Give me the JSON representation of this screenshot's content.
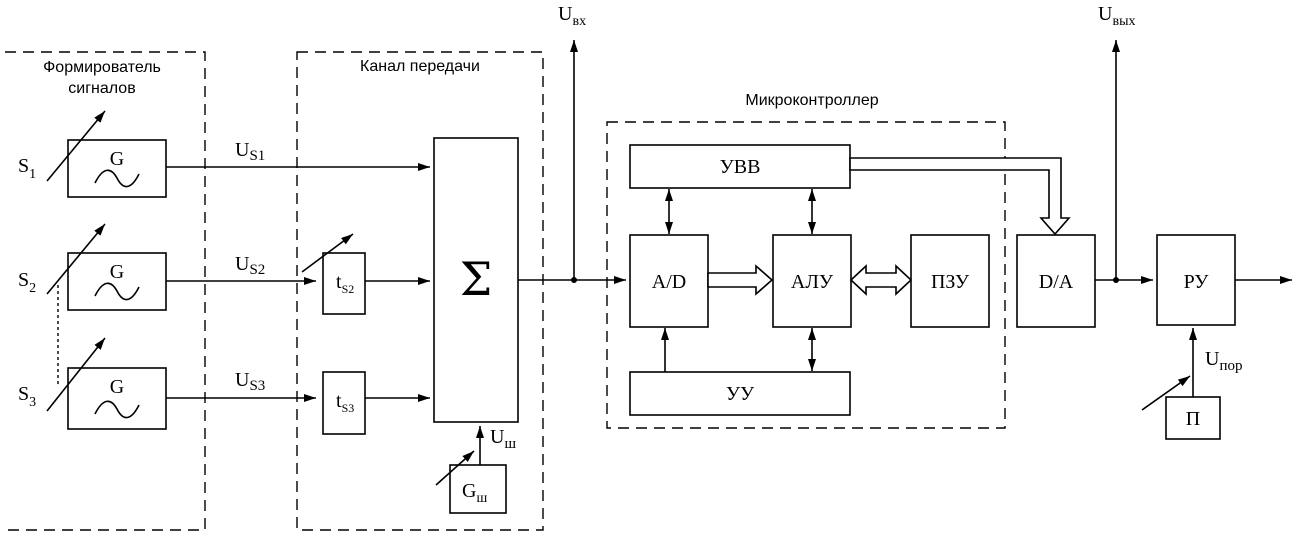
{
  "groups": {
    "generator": "Формирователь сигналов",
    "generator_line1": "Формирователь",
    "generator_line2": "сигналов",
    "channel": "Канал передачи",
    "mcu": "Микроконтроллер"
  },
  "sources": {
    "s1": "S",
    "s1_sub": "1",
    "s2": "S",
    "s2_sub": "2",
    "s3": "S",
    "s3_sub": "3"
  },
  "blocks": {
    "g": "G",
    "t": "t",
    "t2_sub": "S2",
    "t3_sub": "S3",
    "sigma": "Σ",
    "gsh": "G",
    "gsh_sub": "ш",
    "ad": "A/D",
    "alu": "АЛУ",
    "pzu": "ПЗУ",
    "uvv": "УВВ",
    "uu": "УУ",
    "da": "D/A",
    "ru": "РУ",
    "p": "П"
  },
  "signals": {
    "u": "U",
    "us1_sub": "S1",
    "us2_sub": "S2",
    "us3_sub": "S3",
    "ush_sub": "ш",
    "uin_sub": "вх",
    "uout_sub": "вых",
    "upor_sub": "пор"
  }
}
